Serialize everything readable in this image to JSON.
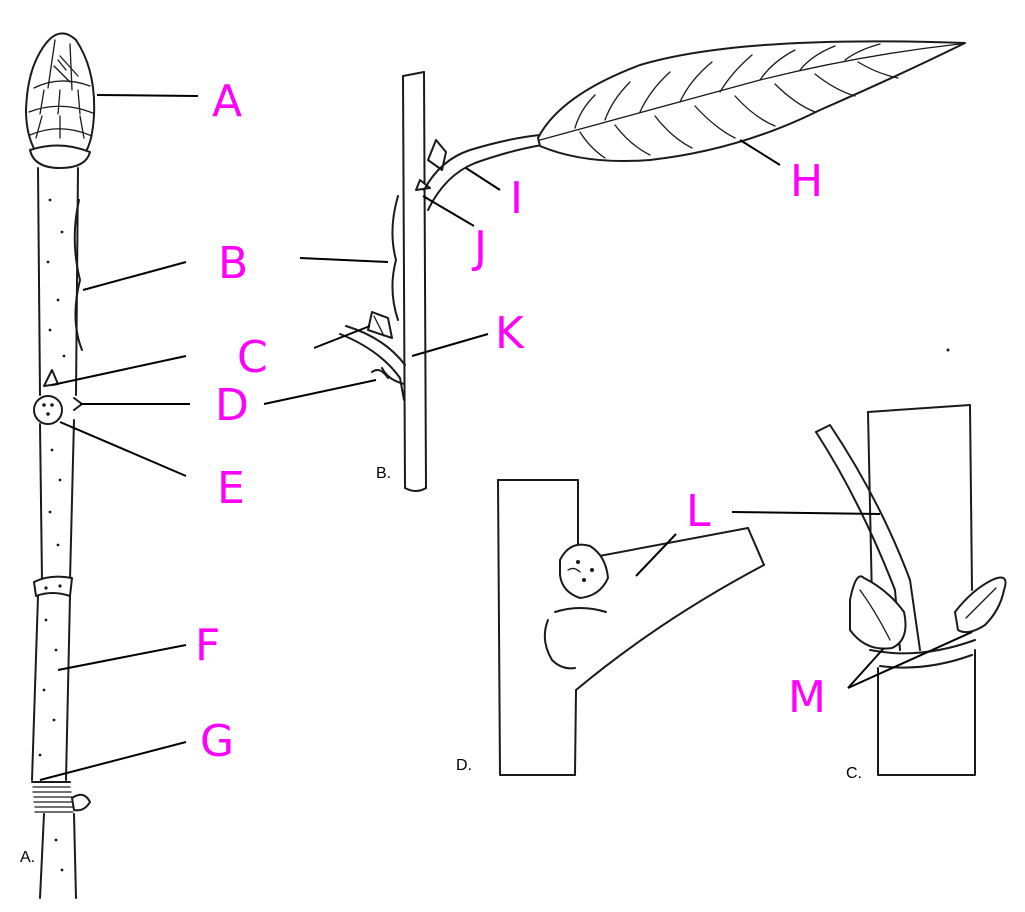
{
  "labels": {
    "A": "A",
    "B": "B",
    "C": "C",
    "D": "D",
    "E": "E",
    "F": "F",
    "G": "G",
    "H": "H",
    "I": "I",
    "J": "J",
    "K": "K",
    "L": "L",
    "M": "M"
  },
  "panels": {
    "a": "A.",
    "b": "B.",
    "c": "C.",
    "d": "D."
  },
  "colors": {
    "label": "#ff00ff",
    "ink": "#1a1a1a",
    "background": "#ffffff"
  }
}
